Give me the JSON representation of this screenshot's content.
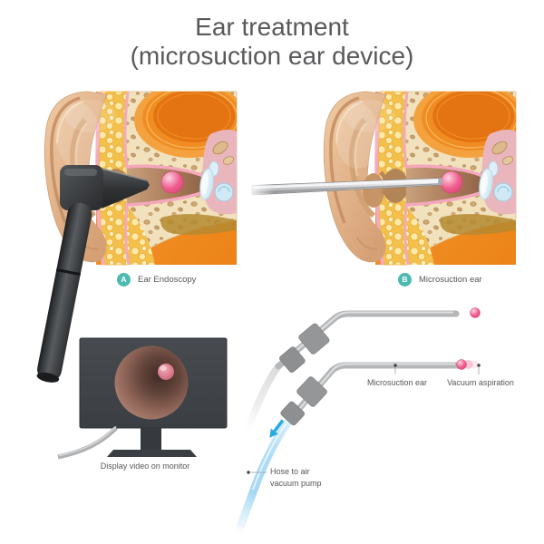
{
  "title": {
    "line1": "Ear treatment",
    "line2": "(microsuction ear device)"
  },
  "panels": {
    "a": {
      "badge": "A",
      "label": "Ear Endoscopy"
    },
    "b": {
      "badge": "B",
      "label": "Microsuction ear"
    }
  },
  "monitor": {
    "caption": "Display video on monitor"
  },
  "devices": {
    "microsuction_label": "Microsuction ear",
    "vacuum_label": "Vacuum aspiration",
    "hose_line1": "Hose to air",
    "hose_line2": "vacuum pump"
  },
  "colors": {
    "title_text": "#58595b",
    "badge_teal": "#4dbab2",
    "earwax_pink": "#ee4d86",
    "background_orange": "#ef8c23",
    "bone_cream": "#f1e1bd",
    "fat_yellow": "#f3c04c",
    "skin_tone": "#e2b289",
    "device_gray": "#b4b6b8",
    "hose_blue": "#aedcf4",
    "arrow_blue": "#29abe2",
    "monitor_dark": "#42464b"
  }
}
